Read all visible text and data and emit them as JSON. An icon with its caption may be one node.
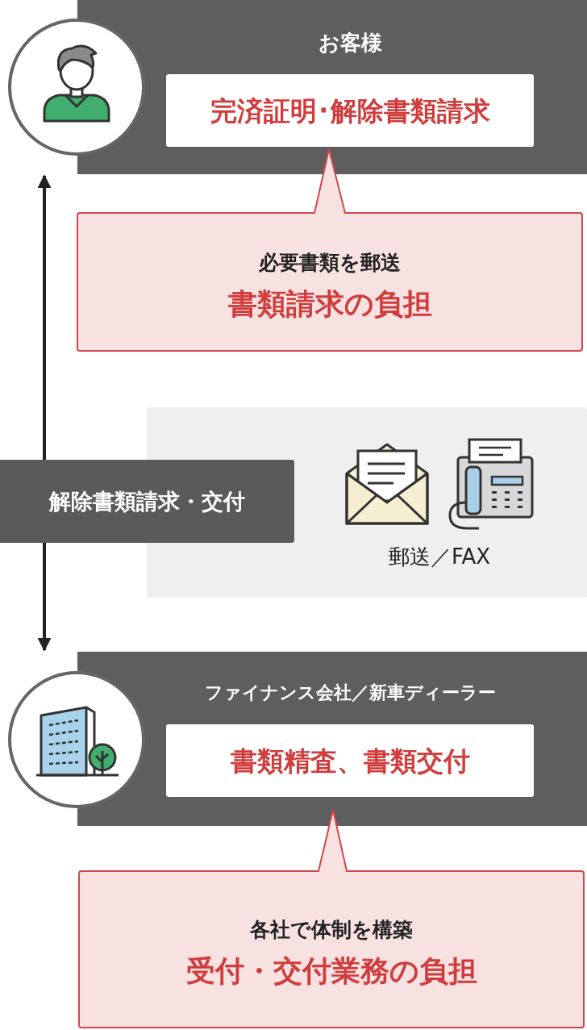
{
  "diagram": {
    "nodes": [
      {
        "text": [
          "お客様"
        ]
      },
      {
        "text": [
          "完済証明･解除書類請求"
        ],
        "in": 0
      },
      {
        "text": [
          "必要書類を郵送",
          "書類請求の負担"
        ]
      },
      {
        "text": [
          "郵送／FAX"
        ]
      },
      {
        "text": [
          "ファイナンス会社／新車ディーラー"
        ]
      },
      {
        "text": [
          "書類精査、書類交付"
        ],
        "in": 4
      },
      {
        "text": [
          "各社で体制を構築",
          "受付・交付業務の負担"
        ]
      }
    ],
    "edges": [
      {
        "from": 0,
        "to": 4,
        "arrow": "both",
        "label": "解除書類請求・交付"
      }
    ]
  }
}
